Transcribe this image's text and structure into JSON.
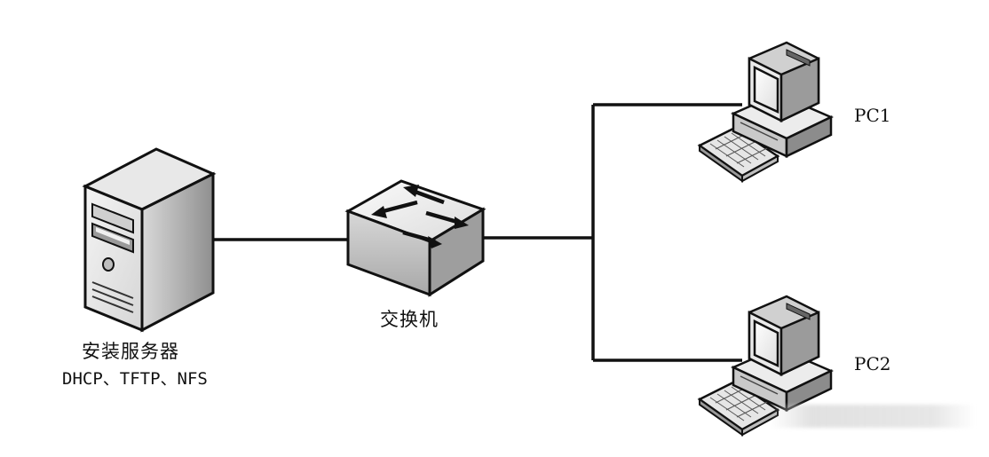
{
  "server": {
    "title": "安装服务器",
    "services": "DHCP、TFTP、NFS"
  },
  "switch": {
    "label": "交换机"
  },
  "clients": [
    {
      "label": "PC1"
    },
    {
      "label": "PC2"
    }
  ],
  "colors": {
    "line": "#111111",
    "device_light": "#f2f2f2",
    "device_mid": "#c8c8c8",
    "device_dark": "#7a7a7a"
  },
  "icons": {
    "server": "server-tower-icon",
    "switch": "network-switch-icon",
    "pc": "desktop-computer-icon"
  }
}
